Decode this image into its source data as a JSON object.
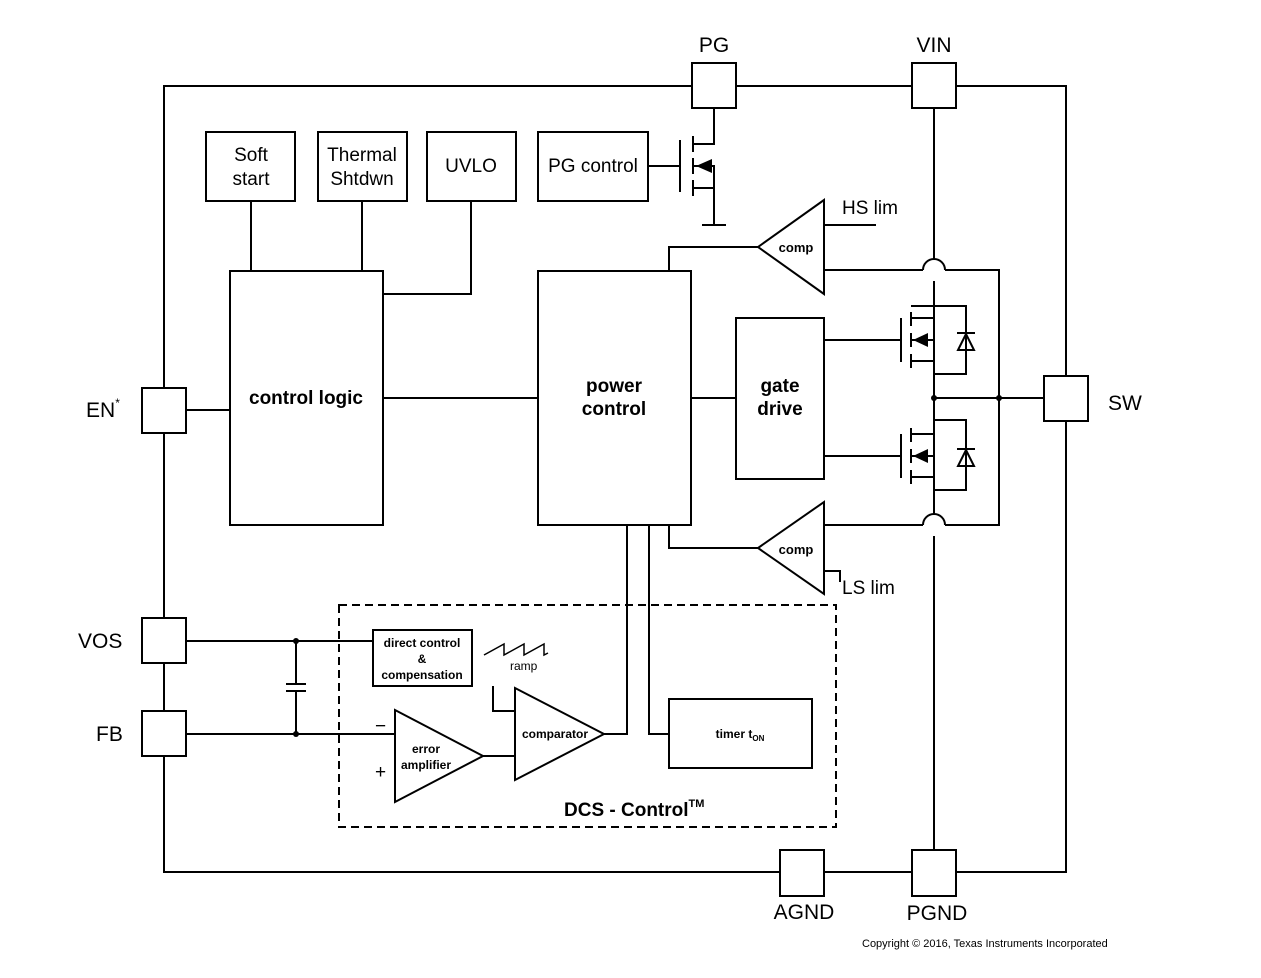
{
  "pins": {
    "pg": "PG",
    "vin": "VIN",
    "en": "EN",
    "en_sup": "*",
    "sw": "SW",
    "vos": "VOS",
    "fb": "FB",
    "agnd": "AGND",
    "pgnd": "PGND"
  },
  "blocks": {
    "soft_start_1": "Soft",
    "soft_start_2": "start",
    "thermal_1": "Thermal",
    "thermal_2": "Shtdwn",
    "uvlo": "UVLO",
    "pg_control": "PG control",
    "control_logic": "control logic",
    "power_control_1": "power",
    "power_control_2": "control",
    "gate_drive_1": "gate",
    "gate_drive_2": "drive",
    "comp_hs": "comp",
    "comp_ls": "comp",
    "hs_lim": "HS lim",
    "ls_lim": "LS lim",
    "direct_control_1": "direct control",
    "direct_control_2": "&",
    "direct_control_3": "compensation",
    "ramp": "ramp",
    "error_amp_1": "error",
    "error_amp_2": "amplifier",
    "minus": "−",
    "plus": "+",
    "comparator": "comparator",
    "timer": "timer t",
    "timer_sub": "ON",
    "dcs_control": "DCS - Control",
    "dcs_tm": "TM"
  },
  "copyright": "Copyright © 2016, Texas Instruments Incorporated"
}
